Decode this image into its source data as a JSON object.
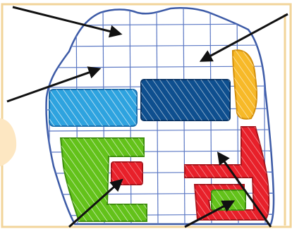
{
  "diagram": {
    "colors": {
      "frame": "#f2d49a",
      "blob_outline": "#3c5aa6",
      "grid": "#5b78c4",
      "cyan": "#2ea3df",
      "navy": "#0e4f8f",
      "yellow": "#f7b928",
      "green": "#63c21a",
      "red": "#e8202a",
      "arrow": "#111111",
      "tan_semicircle": "#fde7c2"
    },
    "blocks": [
      {
        "id": "cyan-block",
        "color": "cyan"
      },
      {
        "id": "navy-block",
        "color": "navy"
      },
      {
        "id": "yellow-block",
        "color": "yellow"
      },
      {
        "id": "green-l-block",
        "color": "green"
      },
      {
        "id": "small-red-block",
        "color": "red"
      },
      {
        "id": "red-c-block",
        "color": "red"
      },
      {
        "id": "small-green-block",
        "color": "green"
      }
    ],
    "arrow_count": 6
  }
}
